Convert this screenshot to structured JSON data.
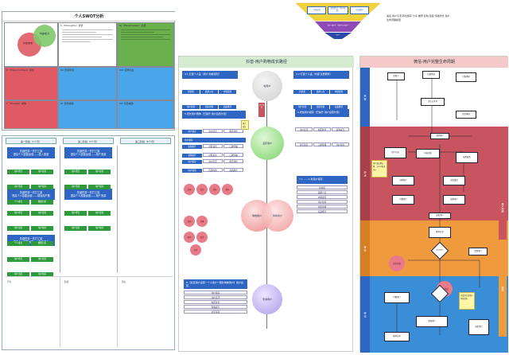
{
  "swot": {
    "title": "个人SWOT分析",
    "venn": {
      "inner": "内部能力",
      "outer": "外部因素"
    },
    "q": [
      {
        "label": "S（Strengths）优势",
        "color": "#ffffff"
      },
      {
        "label": "W（Weaknesses）劣势",
        "color": "#6ab04c"
      },
      {
        "label": "O（Opportunities）机会",
        "color": "#e05a66"
      },
      {
        "label": "SO 优势机会",
        "color": "#4aa6e8"
      },
      {
        "label": "WO 劣势机会",
        "color": "#4aa6e8"
      },
      {
        "label": "T（Threats）威胁",
        "color": "#e05a66"
      },
      {
        "label": "ST 优势威胁",
        "color": "#4aa6e8"
      },
      {
        "label": "WT 劣势威胁",
        "color": "#4aa6e8"
      }
    ]
  },
  "phases": {
    "tabs": [
      "第一阶段（1个月）",
      "第二阶段（3个月）",
      "第三阶段（6个月）"
    ],
    "blocks": [
      {
        "title": "关键任务一先打工量",
        "sub": "提高个人技能运营——投入渠道"
      },
      {
        "title": "关键任务一先打工量",
        "sub": "提高个人技能运营——用户流量"
      },
      {
        "title": "关键任务一先打工量",
        "sub": "提高个人技能运营——增加用户数"
      },
      {
        "title": "关键任务一先打工量",
        "sub": "提高个人技能运营——用户增长"
      }
    ],
    "cells": [
      "用户增长",
      "用户运营",
      "用户活跃",
      "用户留存",
      "个人成长",
      "数据分析"
    ],
    "notes": [
      "行为",
      "阶段",
      "目标"
    ]
  },
  "mid": {
    "title": "抖音-用户购物成长路径",
    "headers": [
      "4.1 打造个人品（用户 新鲜感知）",
      "4.2 打造个人品（内容 优质服务）",
      "5.增长用户群体（已提升 用户运营价值）",
      "6.增加用户留存（已提升 用户运营价值）",
      "7.1 ——1 新用户留存",
      "8.【社区用户运营一个人用户一圈外购物用户】用户运营"
    ],
    "cells": [
      "新鲜感",
      "品牌入驻",
      "内容运营",
      "用户拉新",
      "优质内容",
      "商品推荐",
      "用户留存",
      "用户促活",
      "购买转化",
      "复购提升",
      "社区运营",
      "口碑传播"
    ],
    "bubbles": [
      "新用户",
      "活跃用户",
      "购物用户",
      "忠诚用户"
    ],
    "pinks": [
      "拉新",
      "促活",
      "转化",
      "留存",
      "复购",
      "传播",
      "推荐",
      "激活",
      "分享"
    ],
    "tag": "用户成长"
  },
  "funnel": {
    "top": [
      "引流拉新",
      "激活促活（用户转化）",
      "沉淀留存"
    ],
    "mid": "用户留存（复购与推荐）",
    "bottom": "用户",
    "note": "渠道 用户引流 转化留存 分享 推荐 复购 裂变 传播增长 用户生命周期模型"
  },
  "life": {
    "title": "微信-用户完整生命周期",
    "bands": [
      {
        "label": "获 客",
        "color": "#2f66c3"
      },
      {
        "label": "激 活",
        "color": "#c7545e"
      },
      {
        "label": "留 存",
        "color": "#f09a3e"
      },
      {
        "label": "转 化",
        "color": "#3a8ed8"
      }
    ],
    "side": [
      "用户周期",
      "变现"
    ],
    "boxes": [
      "新用户",
      "注册登录",
      "完善资料",
      "关注公众号",
      "首次体验",
      "活跃用户",
      "用户互动",
      "内容浏览",
      "使用服务",
      "沉睡用户",
      "召回激活",
      "付费用户",
      "复购用户",
      "流失用户",
      "推荐分享"
    ],
    "decisions": [
      "是否留存",
      "是否付费",
      "是否活跃"
    ],
    "stickies": [
      "用户通过朋友圈、公众号渠道进入",
      "完成首次转化并持续活跃"
    ]
  }
}
